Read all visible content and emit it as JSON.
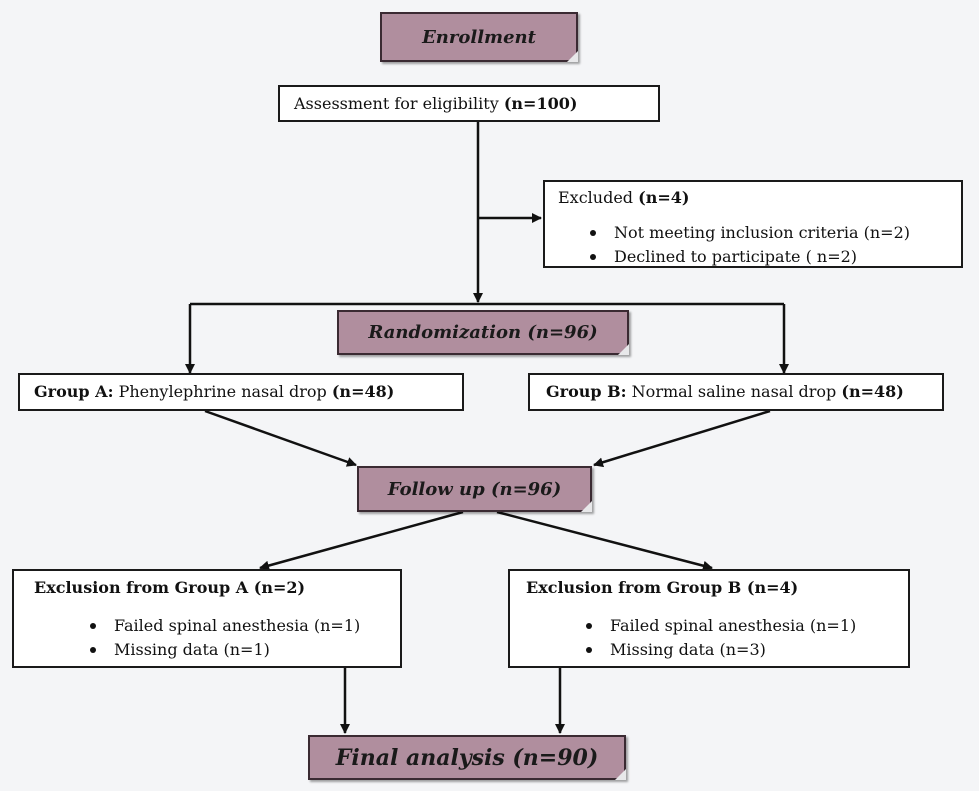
{
  "enrollment": {
    "label": "Enrollment"
  },
  "assessment": {
    "text": "Assessment for eligibility ",
    "count": "(n=100)"
  },
  "excluded": {
    "title": "Excluded ",
    "count": "(n=4)",
    "items": [
      "Not meeting inclusion criteria (n=2)",
      "Declined to participate ( n=2)"
    ]
  },
  "randomization": {
    "label": "Randomization (n=96)"
  },
  "group_a": {
    "name": "Group A:",
    "text": " Phenylephrine nasal drop ",
    "count": "(n=48)"
  },
  "group_b": {
    "name": "Group B:",
    "text": " Normal saline nasal drop ",
    "count": "(n=48)"
  },
  "follow_up": {
    "label": "Follow up (n=96)"
  },
  "exclusion_a": {
    "title": "Exclusion from Group A (n=2)",
    "items": [
      "Failed spinal anesthesia (n=1)",
      "Missing data (n=1)"
    ]
  },
  "exclusion_b": {
    "title": "Exclusion from Group B (n=4)",
    "items": [
      "Failed spinal anesthesia (n=1)",
      "Missing data (n=3)"
    ]
  },
  "final": {
    "label": "Final analysis (n=90)"
  }
}
